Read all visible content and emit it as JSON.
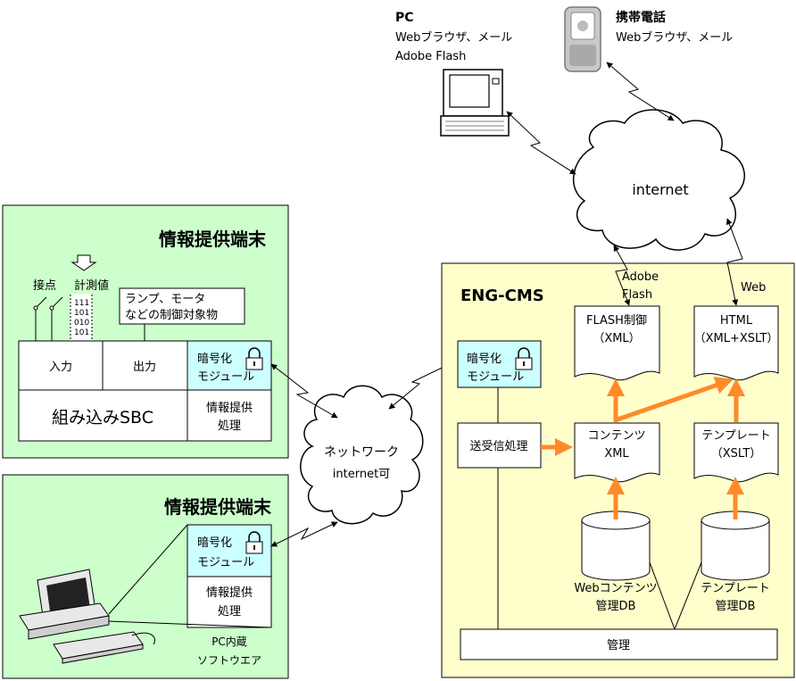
{
  "pc": {
    "title": "PC",
    "line1": "Webブラウザ、メール",
    "line2": "Adobe Flash"
  },
  "phone": {
    "title": "携帯電話",
    "line1": "Webブラウザ、メール"
  },
  "internet_label": "internet",
  "terminal1": {
    "title": "情報提供端末",
    "contact_label": "接点",
    "measure_label": "計測値",
    "binary": [
      "111",
      "101",
      "010",
      "101"
    ],
    "lamp_line1": "ランプ、モータ",
    "lamp_line2": "などの制御対象物",
    "input_label": "入力",
    "output_label": "出力",
    "crypto_line1": "暗号化",
    "crypto_line2": "モジュール",
    "sbc_label": "組み込みSBC",
    "info_line1": "情報提供",
    "info_line2": "処理"
  },
  "terminal2": {
    "title": "情報提供端末",
    "crypto_line1": "暗号化",
    "crypto_line2": "モジュール",
    "info_line1": "情報提供",
    "info_line2": "処理",
    "pc_line1": "PC内蔵",
    "pc_line2": "ソフトウエア"
  },
  "network": {
    "line1": "ネットワーク",
    "line2": "internet可"
  },
  "cms": {
    "title": "ENG-CMS",
    "crypto_line1": "暗号化",
    "crypto_line2": "モジュール",
    "transceive_label": "送受信処理",
    "adobe_line1": "Adobe",
    "adobe_line2": "Flash",
    "web_label": "Web",
    "flash_line1": "FLASH制御",
    "flash_line2": "（XML）",
    "html_line1": "HTML",
    "html_line2": "（XML+XSLT）",
    "content_line1": "コンテンツ",
    "content_line2": "XML",
    "template_line1": "テンプレート",
    "template_line2": "（XSLT）",
    "db1_line1": "Webコンテンツ",
    "db1_line2": "管理DB",
    "db2_line1": "テンプレート",
    "db2_line2": "管理DB",
    "admin_label": "管理"
  },
  "colors": {
    "terminal_bg": "#ccffcc",
    "cms_bg": "#ffffcc",
    "crypto_bg": "#ccffff",
    "arrow_orange": "#ff8a2a"
  }
}
